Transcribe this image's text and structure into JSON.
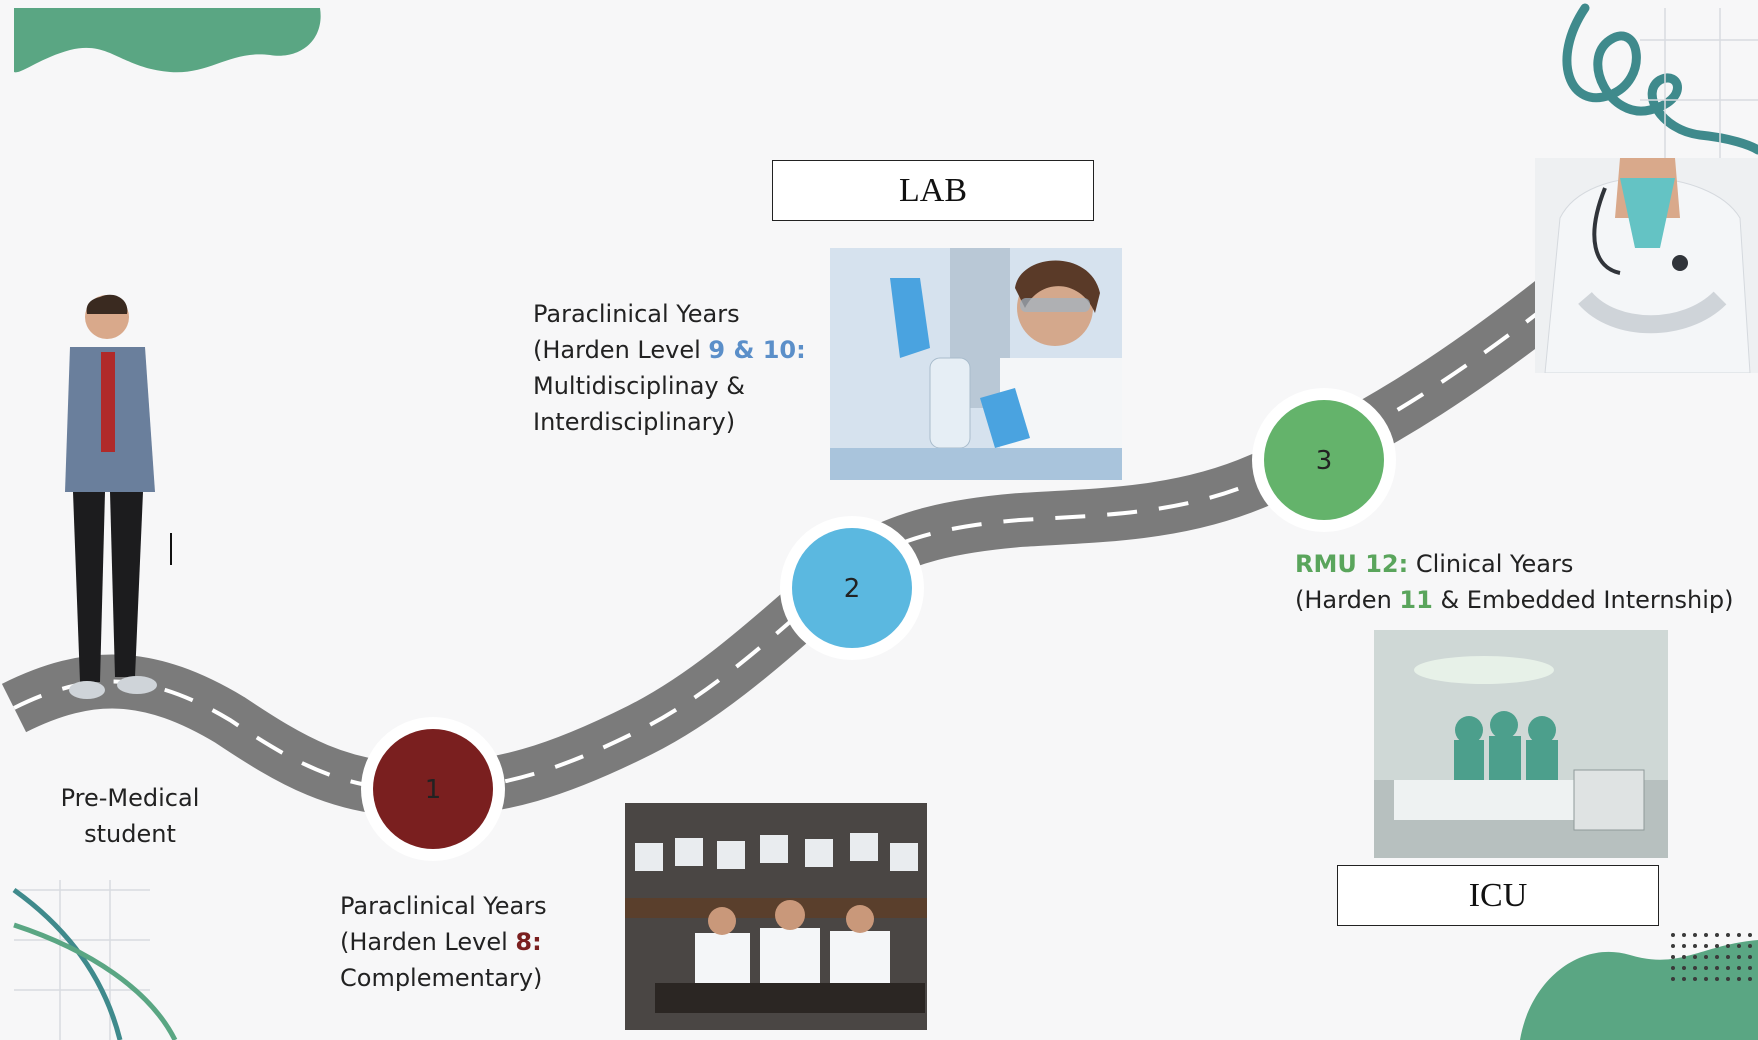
{
  "boxes": {
    "lab": "LAB",
    "icu": "ICU"
  },
  "start_label": {
    "line1": "Pre-Medical",
    "line2": "student"
  },
  "stages": [
    {
      "number": "1",
      "color": "#7a1f1f"
    },
    {
      "number": "2",
      "color": "#5bb8e0"
    },
    {
      "number": "3",
      "color": "#64b36b"
    }
  ],
  "stage1_text": {
    "line1": "Paraclinical Years",
    "line2_prefix": "(Harden Level ",
    "line2_accent": "8:",
    "line3": "Complementary)"
  },
  "stage2_text": {
    "line1": "Paraclinical Years",
    "line2_prefix": "(Harden Level ",
    "line2_accent": "9 & 10:",
    "line3": "Multidisciplinay &",
    "line4": "Interdisciplinary)"
  },
  "stage3_text": {
    "line1_accent": "RMU 12:",
    "line1_rest": " Clinical Years",
    "line2_prefix": "(Harden ",
    "line2_accent": "11",
    "line2_rest": " & Embedded Internship)"
  },
  "colors": {
    "road": "#7b7b7b",
    "deco_green": "#5aa683",
    "deco_teal": "#3f8a8c"
  }
}
